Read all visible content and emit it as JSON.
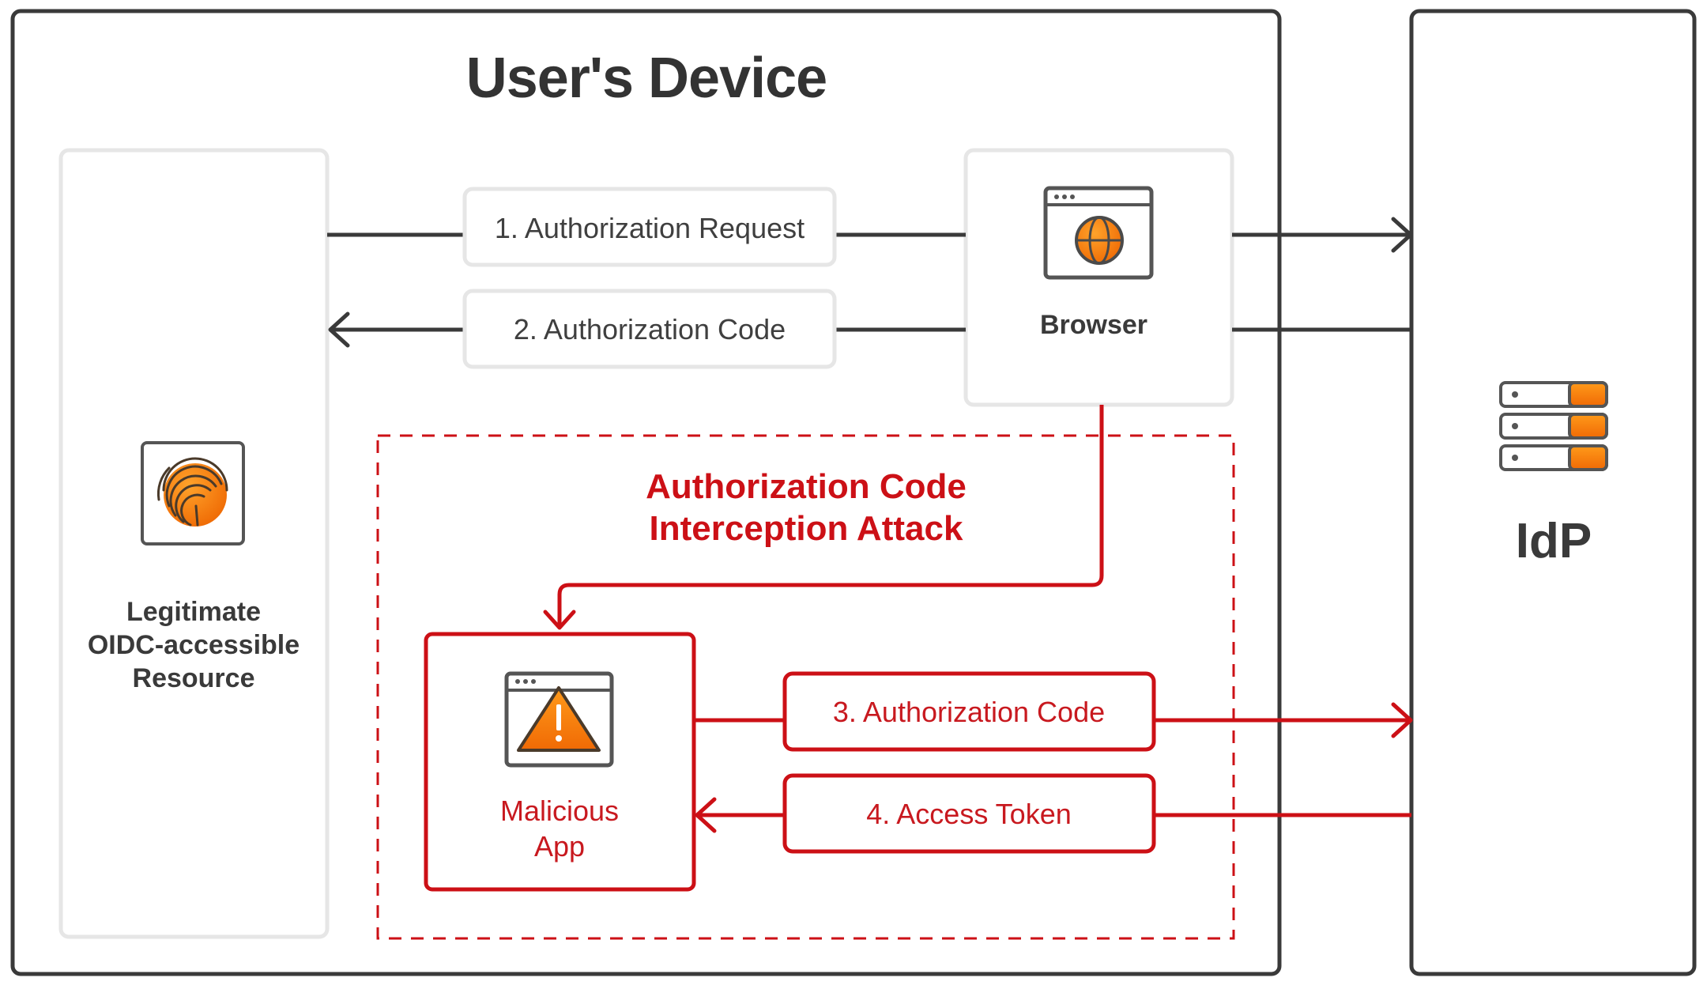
{
  "device": {
    "title": "User's Device"
  },
  "resource": {
    "label_lines": [
      "Legitimate",
      "OIDC-accessible",
      "Resource"
    ],
    "icon": "fingerprint-icon"
  },
  "browser": {
    "label": "Browser",
    "icon": "browser-globe-icon"
  },
  "idp": {
    "label": "IdP",
    "icon": "server-stack-icon"
  },
  "flows": {
    "step1": "1. Authorization Request",
    "step2": "2. Authorization Code",
    "step3": "3. Authorization Code",
    "step4": "4. Access Token"
  },
  "attack": {
    "title_lines": [
      "Authorization Code",
      "Interception Attack"
    ]
  },
  "malicious_app": {
    "label_lines": [
      "Malicious",
      "App"
    ],
    "icon": "warning-window-icon"
  },
  "colors": {
    "frame": "#3a3a3a",
    "light_box": "#e6e6e6",
    "red": "#cc1016",
    "orange": "#f07d0a"
  }
}
